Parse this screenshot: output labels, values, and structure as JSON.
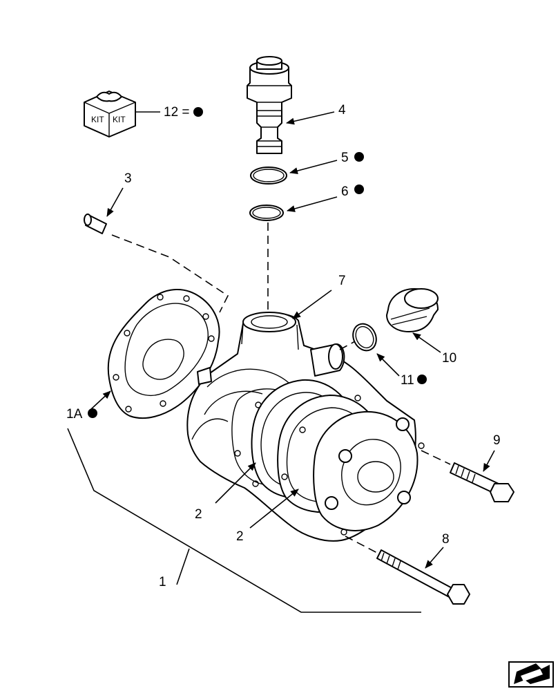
{
  "kit_icon": {
    "text_left": "KIT",
    "text_right": "KIT"
  },
  "callouts": {
    "kit": "12 =",
    "l1": "1",
    "l1a": "1A",
    "l2a": "2",
    "l2b": "2",
    "l3": "3",
    "l4": "4",
    "l5": "5",
    "l6": "6",
    "l7": "7",
    "l8": "8",
    "l9": "9",
    "l10": "10",
    "l11": "11"
  },
  "nav_icon": "next-page-arrow-icon"
}
